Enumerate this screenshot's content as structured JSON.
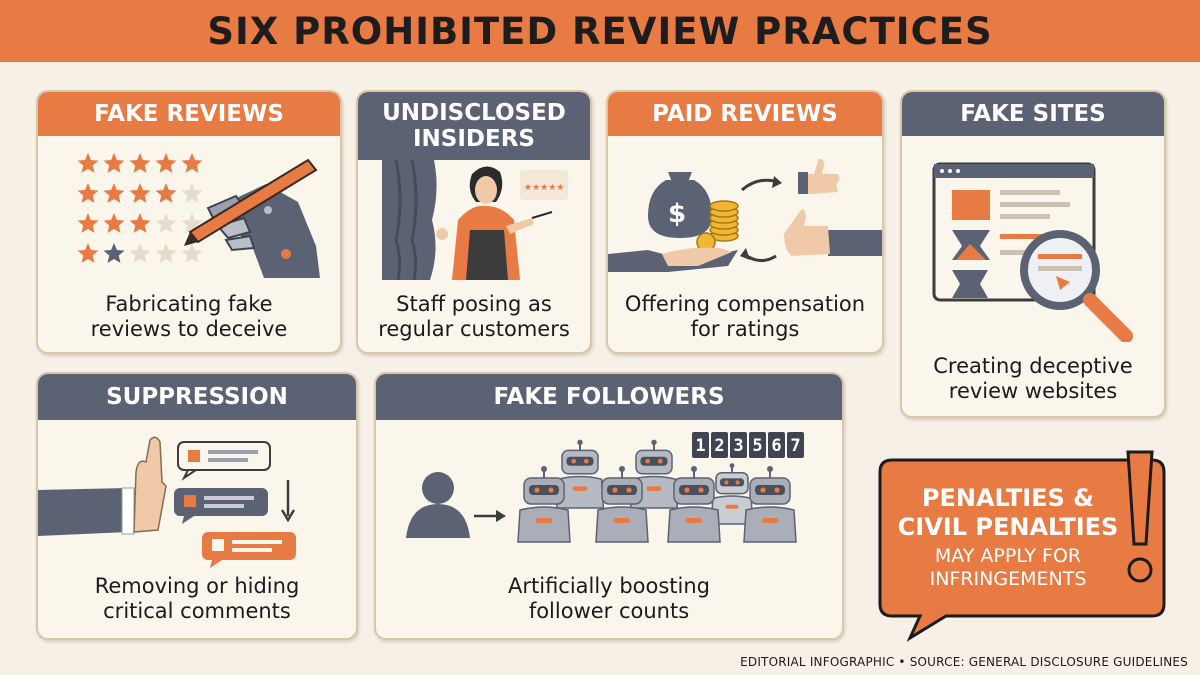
{
  "title": "SIX PROHIBITED REVIEW PRACTICES",
  "cards": [
    {
      "heading": "FAKE REVIEWS",
      "caption": "Fabricating fake reviews to deceive"
    },
    {
      "heading": "UNDISCLOSED INSIDERS",
      "caption": "Staff posing as regular customers"
    },
    {
      "heading": "PAID REVIEWS",
      "caption": "Offering compensation for ratings"
    },
    {
      "heading": "FAKE SITES",
      "caption": "Creating deceptive review websites"
    },
    {
      "heading": "SUPPRESSION",
      "caption": "Removing or hiding critical comments"
    },
    {
      "heading": "FAKE FOLLOWERS",
      "caption": "Artificially boosting follower counts"
    }
  ],
  "star_ratings": [
    5,
    4,
    3,
    1
  ],
  "follower_counter": [
    "1",
    "2",
    "3",
    "5",
    "6",
    "7"
  ],
  "penalty": {
    "title": "PENALTIES & CIVIL PENALTIES",
    "subtitle": "MAY APPLY FOR INFRINGEMENTS"
  },
  "footer": "EDITORIAL INFOGRAPHIC • SOURCE: GENERAL DISCLOSURE GUIDELINES",
  "colors": {
    "accent": "#e87a43",
    "slate": "#5b6274",
    "background": "#f6f0e6",
    "card": "#fbf6ec"
  }
}
